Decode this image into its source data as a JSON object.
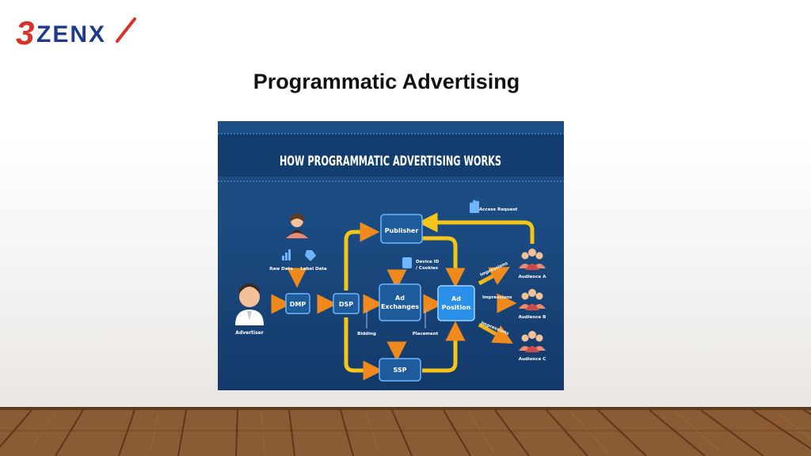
{
  "slide": {
    "logo_text": "ZENX",
    "logo_mark": "3",
    "title": "Programmatic Advertising"
  },
  "infographic": {
    "heading": "HOW PROGRAMMATIC ADVERTISING WORKS",
    "nodes": {
      "publisher": "Publisher",
      "dmp": "DMP",
      "dsp": "DSP",
      "ad_exchanges_line1": "Ad",
      "ad_exchanges_line2": "Exchanges",
      "ad_position_line1": "Ad",
      "ad_position_line2": "Position",
      "ssp": "SSP"
    },
    "labels": {
      "access_request": "Access Request",
      "raw_data": "Raw Data",
      "label_data": "Label Data",
      "device_id_line1": "Device ID",
      "device_id_line2": "/ Cookies",
      "advertiser": "Advertiser",
      "bidding": "Bidding",
      "placement": "Placement",
      "impressions_a": "Impressions",
      "impressions_b": "Impressions",
      "impressions_c": "Impressions",
      "audience_a": "Audience A",
      "audience_b": "Audience B",
      "audience_c": "Audience C"
    },
    "colors": {
      "arrow_yellow": "#f5c518",
      "arrow_orange": "#f08a1c",
      "node_border": "#6fb6ff",
      "ad_position_fill": "#2a8fe8",
      "header_band": "#133d6e"
    }
  }
}
